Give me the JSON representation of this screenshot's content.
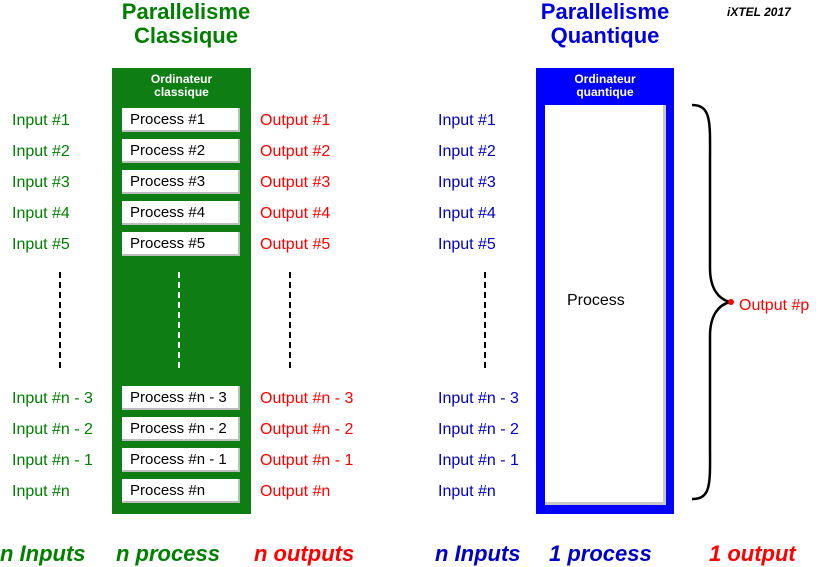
{
  "classical": {
    "title_line1": "Parallelisme",
    "title_line2": "Classique",
    "box_label_line1": "Ordinateur",
    "box_label_line2": "classique",
    "inputs_top": [
      "Input #1",
      "Input #2",
      "Input #3",
      "Input #4",
      "Input #5"
    ],
    "processes_top": [
      "Process #1",
      "Process #2",
      "Process #3",
      "Process #4",
      "Process #5"
    ],
    "outputs_top": [
      "Output #1",
      "Output #2",
      "Output #3",
      "Output #4",
      "Output #5"
    ],
    "inputs_bottom": [
      "Input #n - 3",
      "Input #n - 2",
      "Input #n - 1",
      "Input #n"
    ],
    "processes_bottom": [
      "Process #n - 3",
      "Process #n - 2",
      "Process #n - 1",
      "Process #n"
    ],
    "outputs_bottom": [
      "Output #n - 3",
      "Output #n - 2",
      "Output #n - 1",
      "Output #n"
    ]
  },
  "quantum": {
    "title_line1": "Parallelisme",
    "title_line2": "Quantique",
    "box_label_line1": "Ordinateur",
    "box_label_line2": "quantique",
    "process_label": "Process",
    "inputs_top": [
      "Input #1",
      "Input #2",
      "Input #3",
      "Input #4",
      "Input #5"
    ],
    "inputs_bottom": [
      "Input #n - 3",
      "Input #n - 2",
      "Input #n - 1",
      "Input #n"
    ],
    "output_label": "Output #p"
  },
  "brand": "iXTEL 2017",
  "footer": {
    "classical_inputs": "n Inputs",
    "classical_process": "n process",
    "classical_outputs": "n outputs",
    "quantum_inputs": "n Inputs",
    "quantum_process": "1 process",
    "quantum_output": "1 output"
  },
  "colors": {
    "green": "#008000",
    "green_box": "#0e7e14",
    "red": "#ff0000",
    "blue": "#0000c8",
    "blue_box": "#0000ff"
  }
}
